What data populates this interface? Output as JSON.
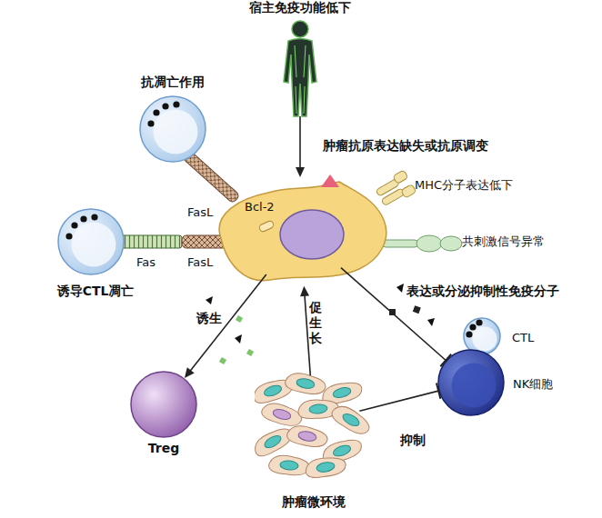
{
  "diagram": {
    "nodes": [
      {
        "text": [
          "宿主免疫功能低下"
        ]
      },
      {
        "text": [
          "Bcl-2"
        ]
      },
      {
        "text": [
          "抗凋亡作用"
        ]
      },
      {
        "text": [
          "诱导CTL凋亡"
        ]
      },
      {
        "text": [
          "Treg"
        ]
      },
      {
        "text": [
          "CTL"
        ]
      },
      {
        "text": [
          "NK细胞"
        ]
      },
      {
        "text": [
          "肿瘤微环境"
        ]
      }
    ],
    "edges": [
      {
        "from": 0,
        "to": 1,
        "arrow": "to",
        "label": "肿瘤抗原表达缺失或抗原调变"
      },
      {
        "from": 1,
        "to": 4,
        "arrow": "to",
        "label": "诱生"
      },
      {
        "from": 7,
        "to": 1,
        "arrow": "to",
        "label": "促生长"
      },
      {
        "from": 1,
        "to": 6,
        "arrow": "to",
        "label": "表达或分泌抑制性免疫分子"
      },
      {
        "from": 7,
        "to": 6,
        "arrow": "to",
        "label": "抑制"
      }
    ],
    "labels": [
      "FasL",
      "Fas",
      "FasL",
      "MHC分子表达低下",
      "共刺激信号异常"
    ]
  }
}
